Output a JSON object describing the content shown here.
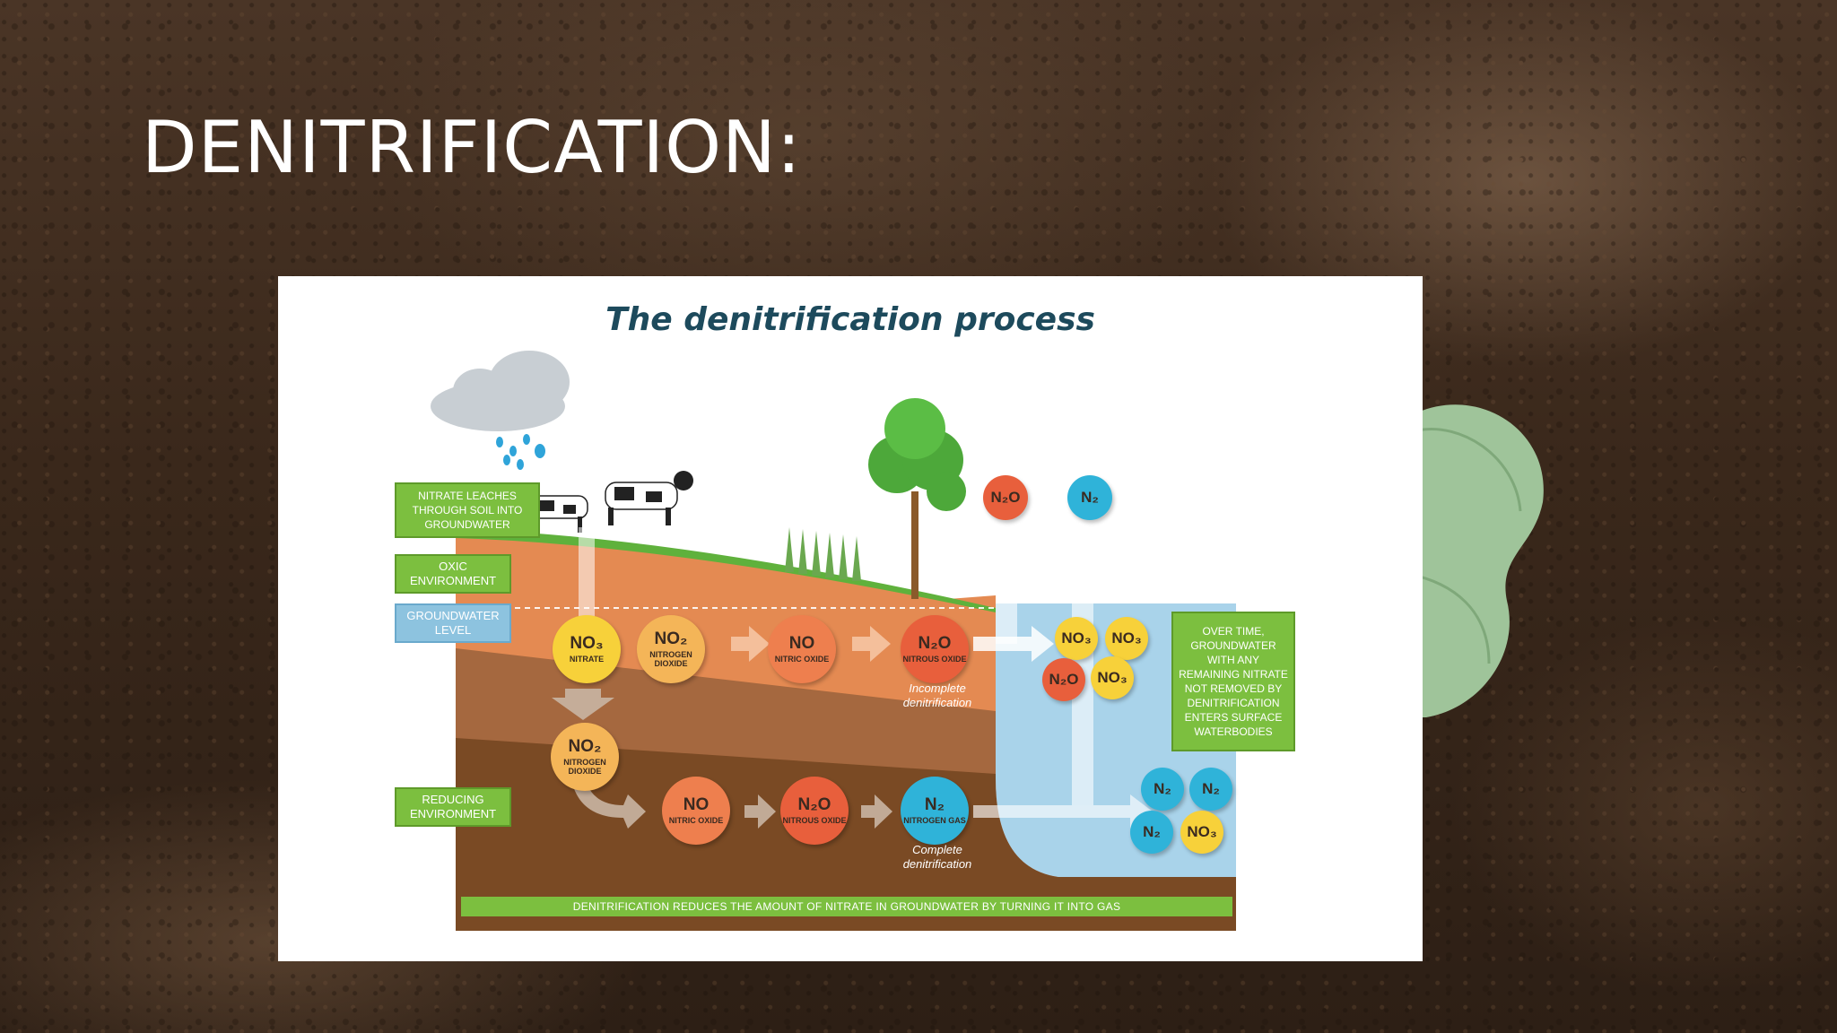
{
  "slide": {
    "title": "DENITRIFICATION:"
  },
  "diagram": {
    "title": "The denitrification process",
    "labels": {
      "nitrate_leaches": "NITRATE LEACHES THROUGH SOIL INTO GROUNDWATER",
      "oxic": "OXIC ENVIRONMENT",
      "groundwater_level": "GROUNDWATER LEVEL",
      "reducing": "REDUCING ENVIRONMENT",
      "over_time": "OVER TIME, GROUNDWATER WITH ANY REMAINING NITRATE NOT REMOVED BY DENITRIFICATION ENTERS SURFACE WATERBODIES"
    },
    "molecules": {
      "no3": {
        "formula": "NO₃",
        "name": "NITRATE"
      },
      "no2_top": {
        "formula": "NO₂",
        "name": "NITROGEN DIOXIDE"
      },
      "no_top": {
        "formula": "NO",
        "name": "NITRIC OXIDE"
      },
      "n2o_top": {
        "formula": "N₂O",
        "name": "NITROUS OXIDE"
      },
      "no2_bottom": {
        "formula": "NO₂",
        "name": "NITROGEN DIOXIDE"
      },
      "no_bottom": {
        "formula": "NO",
        "name": "NITRIC OXIDE"
      },
      "n2o_bottom": {
        "formula": "N₂O",
        "name": "NITROUS OXIDE"
      },
      "n2_bottom": {
        "formula": "N₂",
        "name": "NITROGEN GAS"
      },
      "sky_n2o": "N₂O",
      "sky_n2": "N₂",
      "water_upper": [
        "NO₃",
        "NO₃",
        "N₂O",
        "NO₃"
      ],
      "water_lower": [
        "N₂",
        "N₂",
        "N₂",
        "NO₃"
      ]
    },
    "stages": {
      "incomplete": "Incomplete denitrification",
      "complete": "Complete denitrification"
    },
    "footer": "DENITRIFICATION REDUCES THE AMOUNT OF NITRATE IN GROUNDWATER BY TURNING IT INTO GAS"
  }
}
